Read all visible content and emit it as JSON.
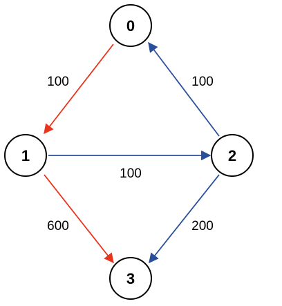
{
  "colors": {
    "red_edge": "#e8351e",
    "blue_edge": "#2a4f9a",
    "node_stroke": "#000000",
    "background": "#ffffff"
  },
  "nodes": [
    {
      "id": "0",
      "label": "0"
    },
    {
      "id": "1",
      "label": "1"
    },
    {
      "id": "2",
      "label": "2"
    },
    {
      "id": "3",
      "label": "3"
    }
  ],
  "edges": [
    {
      "from": "0",
      "to": "1",
      "weight": "100",
      "color": "red"
    },
    {
      "from": "2",
      "to": "0",
      "weight": "100",
      "color": "blue"
    },
    {
      "from": "1",
      "to": "2",
      "weight": "100",
      "color": "blue"
    },
    {
      "from": "1",
      "to": "3",
      "weight": "600",
      "color": "red"
    },
    {
      "from": "2",
      "to": "3",
      "weight": "200",
      "color": "blue"
    }
  ]
}
